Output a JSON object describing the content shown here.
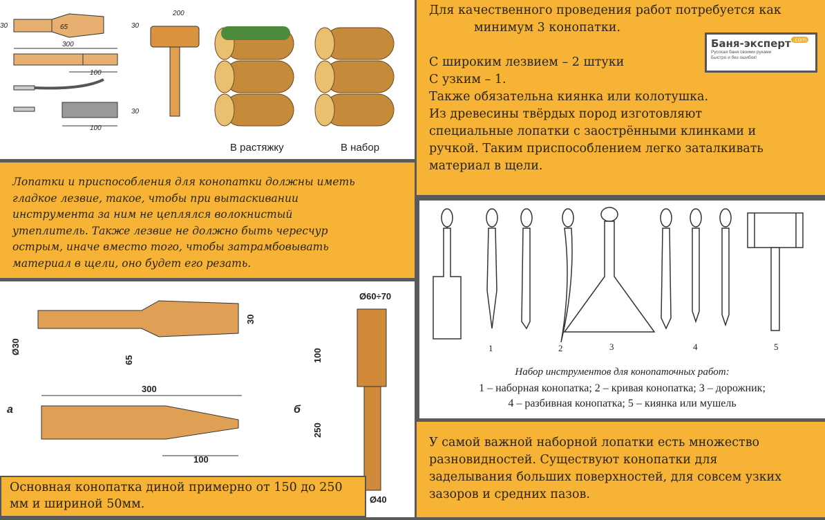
{
  "top_right_text": {
    "lines": [
      "Для качественного проведения работ  потребуется как",
      "минимум 3 конопатки.",
      "",
      "С широким лезвием – 2 штуки",
      "С узким – 1.",
      "Также обязательна киянка или колотушка.",
      "Из древесины твёрдых пород изготовляют",
      "специальные лопатки с заострёнными клинками и",
      "ручкой. Таким приспособлением легко заталкивать",
      "материал в щели."
    ]
  },
  "logo": {
    "name": "Баня-эксперт",
    "domain": ".com",
    "tagline1": "Русская баня своими руками",
    "tagline2": "Быстро и без ошибок!"
  },
  "top_left_image": {
    "dims": [
      "30",
      "65",
      "30",
      "300",
      "100",
      "200",
      "30",
      "100"
    ],
    "label_left": "В растяжку",
    "label_right": "В набор"
  },
  "middle_left_text": {
    "lines": [
      "Лопатки и приспособления для конопатки должны иметь",
      "гладкое лезвие, такое, чтобы при вытаскивании",
      "инструмента за ним не цеплялся волокнистый",
      "утеплитель. Также лезвие не должно быть чересчур",
      "острым, иначе вместо того, чтобы затрамбовывать",
      "материал в щели, оно будет его резать."
    ]
  },
  "tools_image": {
    "numbers": [
      "1",
      "2",
      "3",
      "4",
      "5"
    ],
    "caption_title": "Набор инструментов для конопаточных работ:",
    "caption_line1": "1 – наборная конопатка; 2 – кривая конопатка; 3 – дорожник;",
    "caption_line2": "4 – разбивная конопатка; 5 – киянка или мушель"
  },
  "bottom_left_image": {
    "dims": [
      "Ø30",
      "65",
      "30",
      "300",
      "100",
      "Ø60÷70",
      "100",
      "250",
      "Ø40"
    ],
    "label_a": "а",
    "label_b": "б"
  },
  "bottom_left_caption": {
    "lines": [
      "Основная конопатка диной примерно от 150 до 250",
      "мм и шириной 50мм."
    ]
  },
  "bottom_right_text": {
    "lines": [
      "У самой важной наборной лопатки есть множество",
      "разновидностей. Существуют конопатки для",
      "заделывания больших поверхностей, для совсем узких",
      "зазоров и средних пазов."
    ]
  },
  "colors": {
    "orange": "#f6b335",
    "frame": "#5a5a5a",
    "wood": "#d9933f"
  }
}
